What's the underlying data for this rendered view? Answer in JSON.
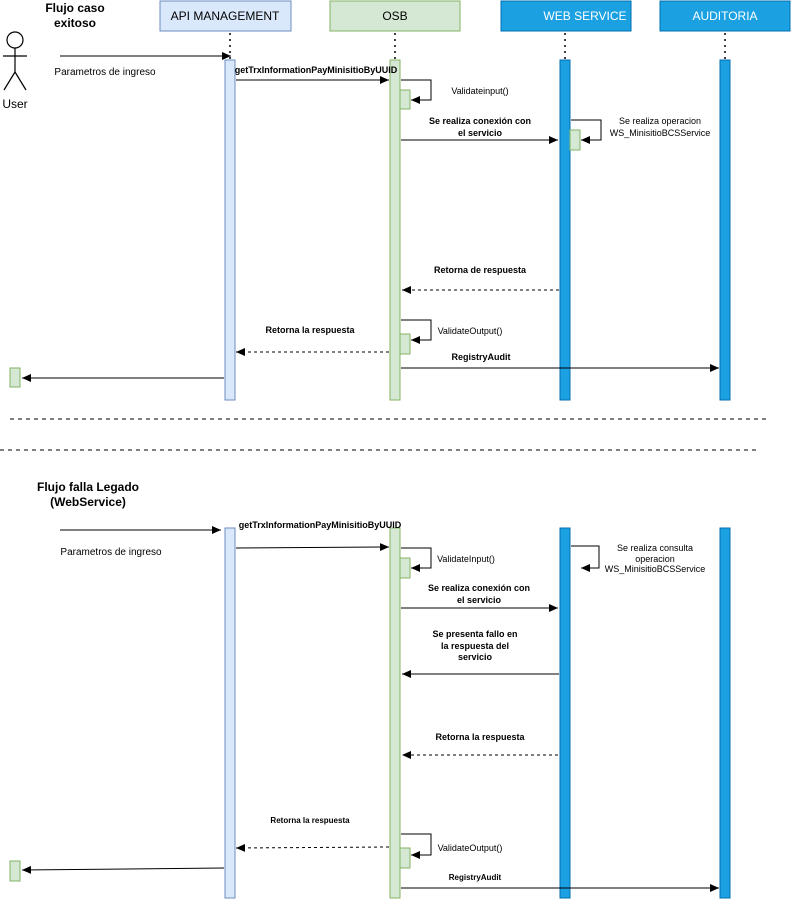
{
  "participants": {
    "user": "User",
    "api": "API MANAGEMENT",
    "osb": "OSB",
    "ws": "WEB SERVICE",
    "audit": "AUDITORIA"
  },
  "colors": {
    "api_fill": "#dae8fc",
    "api_stroke": "#6c8ebf",
    "osb_fill": "#d5e8d4",
    "osb_stroke": "#82b366",
    "ws_fill": "#1ba1e2",
    "ws_stroke": "#006eaf"
  },
  "flow1": {
    "title_1": "Flujo caso",
    "title_2": "exitoso",
    "params": "Parametros de ingreso",
    "call": "getTrxInformationPayMinisitioByUUID",
    "validate_input": "Validateinput()",
    "connect_1": "Se realiza conexión con",
    "connect_2": "el servicio",
    "operation_1": "Se realiza  operacion",
    "operation_2": "WS_MinisitioBCSService",
    "return_response": "Retorna de respuesta",
    "return_api": "Retorna la respuesta",
    "validate_output": "ValidateOutput()",
    "registry": "RegistryAudit"
  },
  "flow2": {
    "title_1": "Flujo falla Legado",
    "title_2": "(WebService)",
    "params": "Parametros de ingreso",
    "call": "getTrxInformationPayMinisitioByUUID",
    "validate_input": "ValidateInput()",
    "connect_1": "Se realiza conexión con",
    "connect_2": "el servicio",
    "operation_1": "Se realiza consulta",
    "operation_2": "operacion",
    "operation_3": "WS_MinisitioBCSService",
    "failure_1": "Se presenta fallo en",
    "failure_2": "la respuesta del",
    "failure_3": "servicio",
    "return_osb": "Retorna la respuesta",
    "return_api": "Retorna la respuesta",
    "validate_output": "ValidateOutput()",
    "registry": "RegistryAudit"
  }
}
